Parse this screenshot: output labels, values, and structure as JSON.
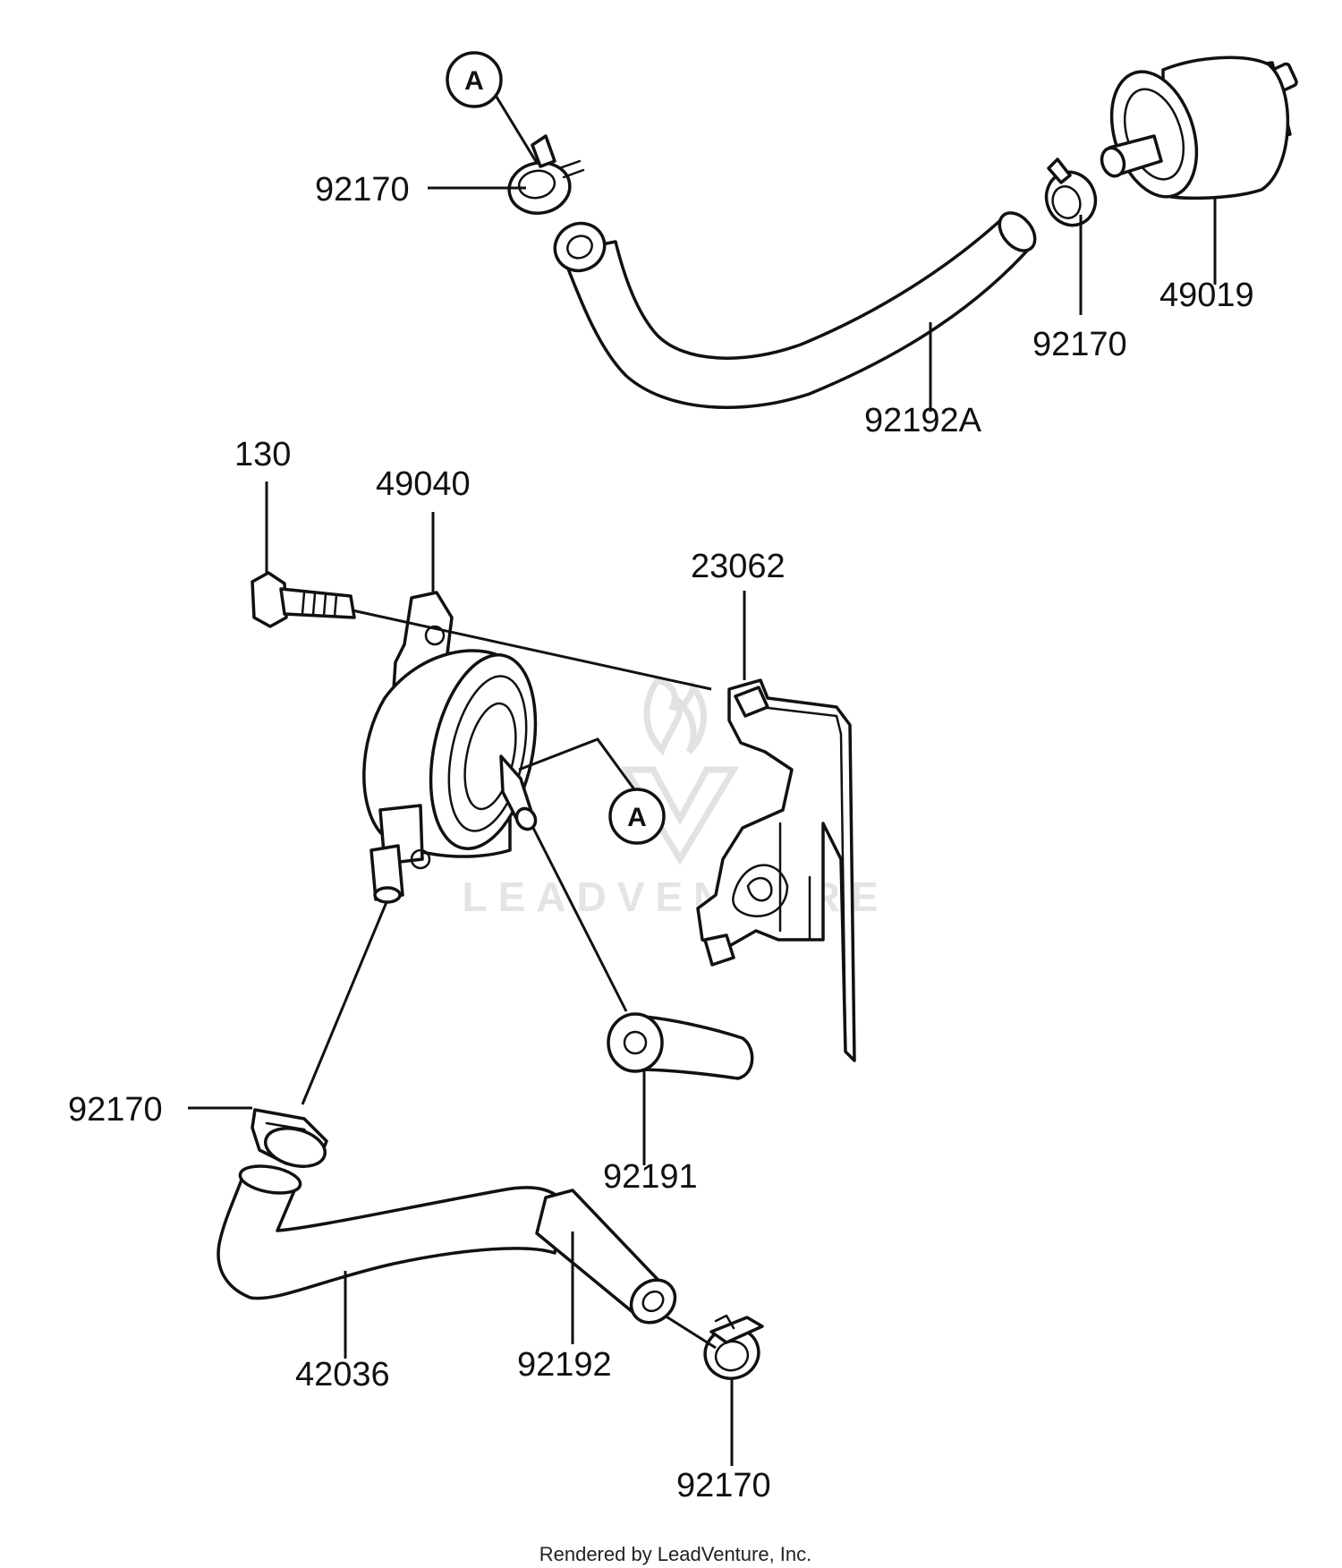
{
  "diagram": {
    "part_labels": {
      "clamp_top_left": "92170",
      "filter": "49019",
      "clamp_top_right": "92170",
      "hose_top": "92192A",
      "bolt": "130",
      "pump": "49040",
      "bracket": "23062",
      "clamp_mid_left": "92170",
      "hose_short": "92191",
      "hose_long": "42036",
      "hose_bottom": "92192",
      "clamp_bottom": "92170"
    },
    "callouts": {
      "top": "A",
      "mid": "A"
    },
    "watermark": "LEADVENTURE",
    "credit": "Rendered by LeadVenture, Inc."
  }
}
